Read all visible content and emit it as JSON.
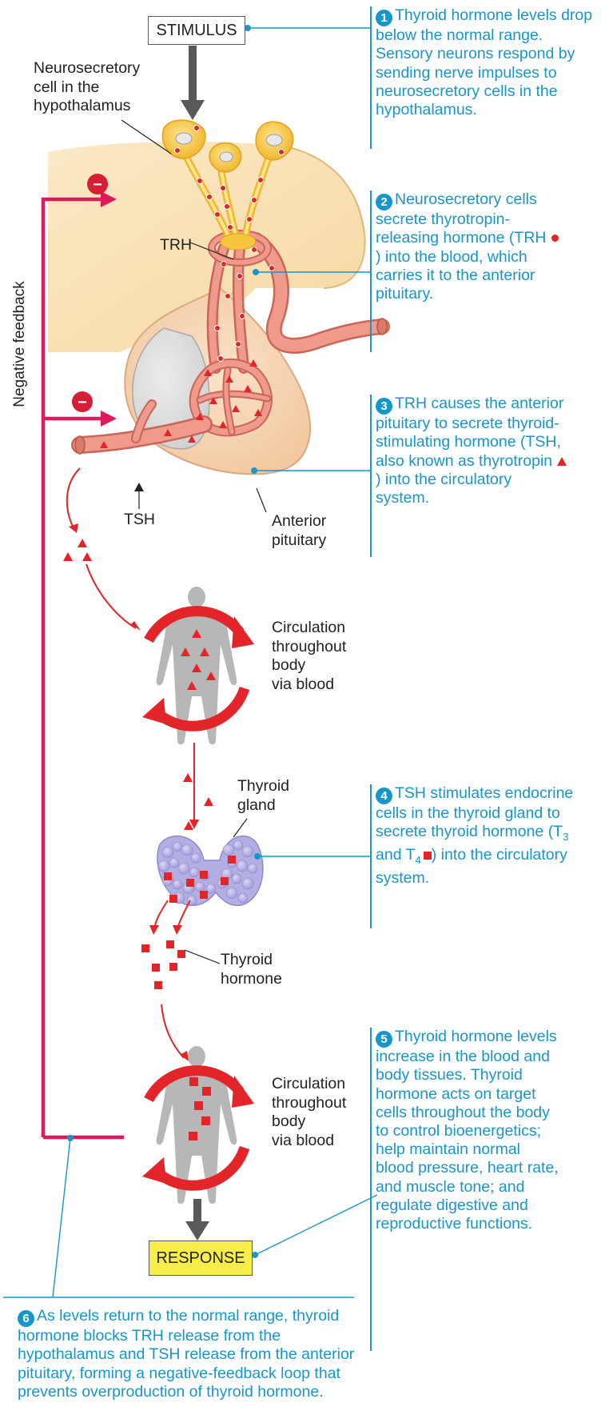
{
  "boxes": {
    "stimulus": "STIMULUS",
    "response": "RESPONSE"
  },
  "labels": {
    "neurosecretory_cell": [
      "Neurosecretory",
      "cell in the",
      "hypothalamus"
    ],
    "trh": "TRH",
    "tsh": "TSH",
    "anterior_pituitary": [
      "Anterior",
      "pituitary"
    ],
    "circulation_1": [
      "Circulation",
      "throughout",
      "body",
      "via blood"
    ],
    "thyroid_gland": [
      "Thyroid",
      "gland"
    ],
    "thyroid_hormone": [
      "Thyroid",
      "hormone"
    ],
    "circulation_2": [
      "Circulation",
      "throughout",
      "body",
      "via blood"
    ],
    "negative_feedback": "Negative feedback",
    "minus_sign": "−"
  },
  "steps": {
    "s1": {
      "num": "1",
      "text": "Thyroid hormone levels drop below the normal range. Sensory neurons respond by sending nerve impulses to neurosecretory cells in the hypothalamus."
    },
    "s2": {
      "num": "2",
      "text_before": "Neurosecretory cells secrete thyrotropin-releasing hormone (TRH ",
      "text_after": ") into the blood, which carries it to the anterior pituitary."
    },
    "s3": {
      "num": "3",
      "text_before": "TRH causes the anterior pituitary to secrete thyroid-stimulating hormone (TSH, also known as thyrotropin ",
      "text_after": ") into the circulatory system."
    },
    "s4": {
      "num": "4",
      "text_before": "TSH stimulates endocrine cells in the thyroid gland to secrete thyroid hormone (T",
      "sub3": "3",
      "text_mid": " and T",
      "sub4": "4",
      "text_after": ") into the circulatory system."
    },
    "s5": {
      "num": "5",
      "text": "Thyroid hormone levels increase in the blood and body tissues. Thyroid hormone acts on target cells throughout the body to control bioenergetics; help maintain normal blood pressure, heart rate, and muscle tone; and regulate digestive and reproductive functions."
    },
    "s6": {
      "num": "6",
      "text": "As levels return to the normal range, thyroid hormone blocks TRH release from the hypothalamus and TSH release from the anterior pituitary, forming a negative-feedback loop that prevents overproduction of thyroid hormone."
    }
  },
  "colors": {
    "accent_blue": "#1796c9",
    "feedback_pink": "#e0195a",
    "hormone_red": "#e32428",
    "arrow_gray": "#595959",
    "response_yellow": "#f7ee4a",
    "brain_tan": "#f8ddab",
    "vessel_pink": "#ec8d7e",
    "neuron_yellow": "#f6c63c",
    "thyroid_purple": "#b4afe3",
    "body_gray": "#b7b7b7"
  }
}
